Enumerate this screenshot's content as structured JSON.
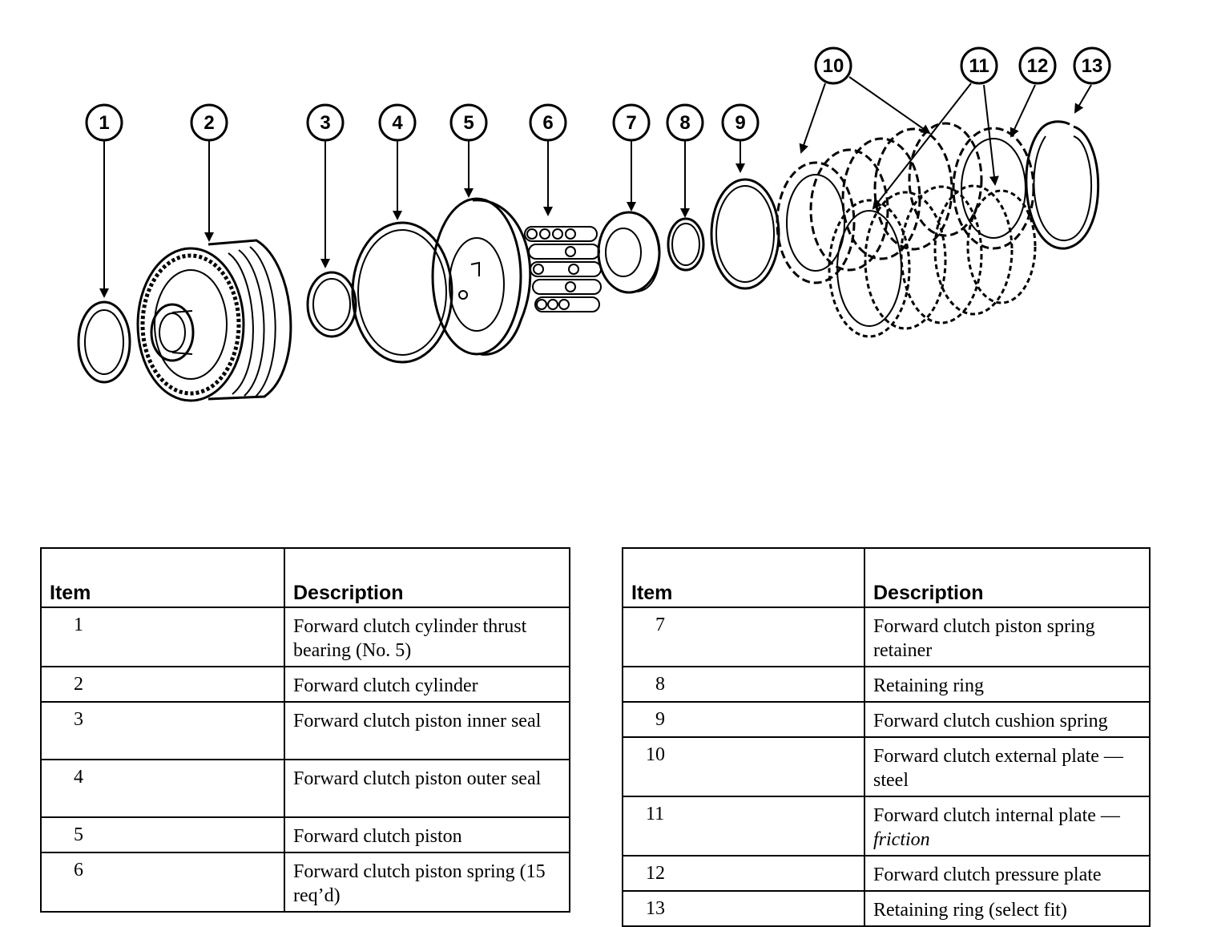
{
  "callouts": [
    "1",
    "2",
    "3",
    "4",
    "5",
    "6",
    "7",
    "8",
    "9",
    "10",
    "11",
    "12",
    "13"
  ],
  "table_left": {
    "header_item": "Item",
    "header_description": "Description",
    "rows": [
      {
        "item": "1",
        "description": "Forward clutch cylinder thrust bearing (No. 5)"
      },
      {
        "item": "2",
        "description": "Forward clutch cylinder"
      },
      {
        "item": "3",
        "description": "Forward clutch piston inner seal"
      },
      {
        "item": "4",
        "description": "Forward clutch piston outer seal"
      },
      {
        "item": "5",
        "description": "Forward clutch piston"
      },
      {
        "item": "6",
        "description": "Forward clutch piston spring (15 req’d)"
      }
    ]
  },
  "table_right": {
    "header_item": "Item",
    "header_description": "Description",
    "rows": [
      {
        "item": "7",
        "description": "Forward clutch piston spring retainer"
      },
      {
        "item": "8",
        "description": "Retaining ring"
      },
      {
        "item": "9",
        "description": "Forward clutch cushion spring"
      },
      {
        "item": "10",
        "description": "Forward clutch external plate — steel"
      },
      {
        "item": "11",
        "description": "Forward clutch internal plate —",
        "description_italic": " friction"
      },
      {
        "item": "12",
        "description": "Forward clutch pressure plate"
      },
      {
        "item": "13",
        "description": "Retaining ring (select fit)"
      }
    ]
  }
}
